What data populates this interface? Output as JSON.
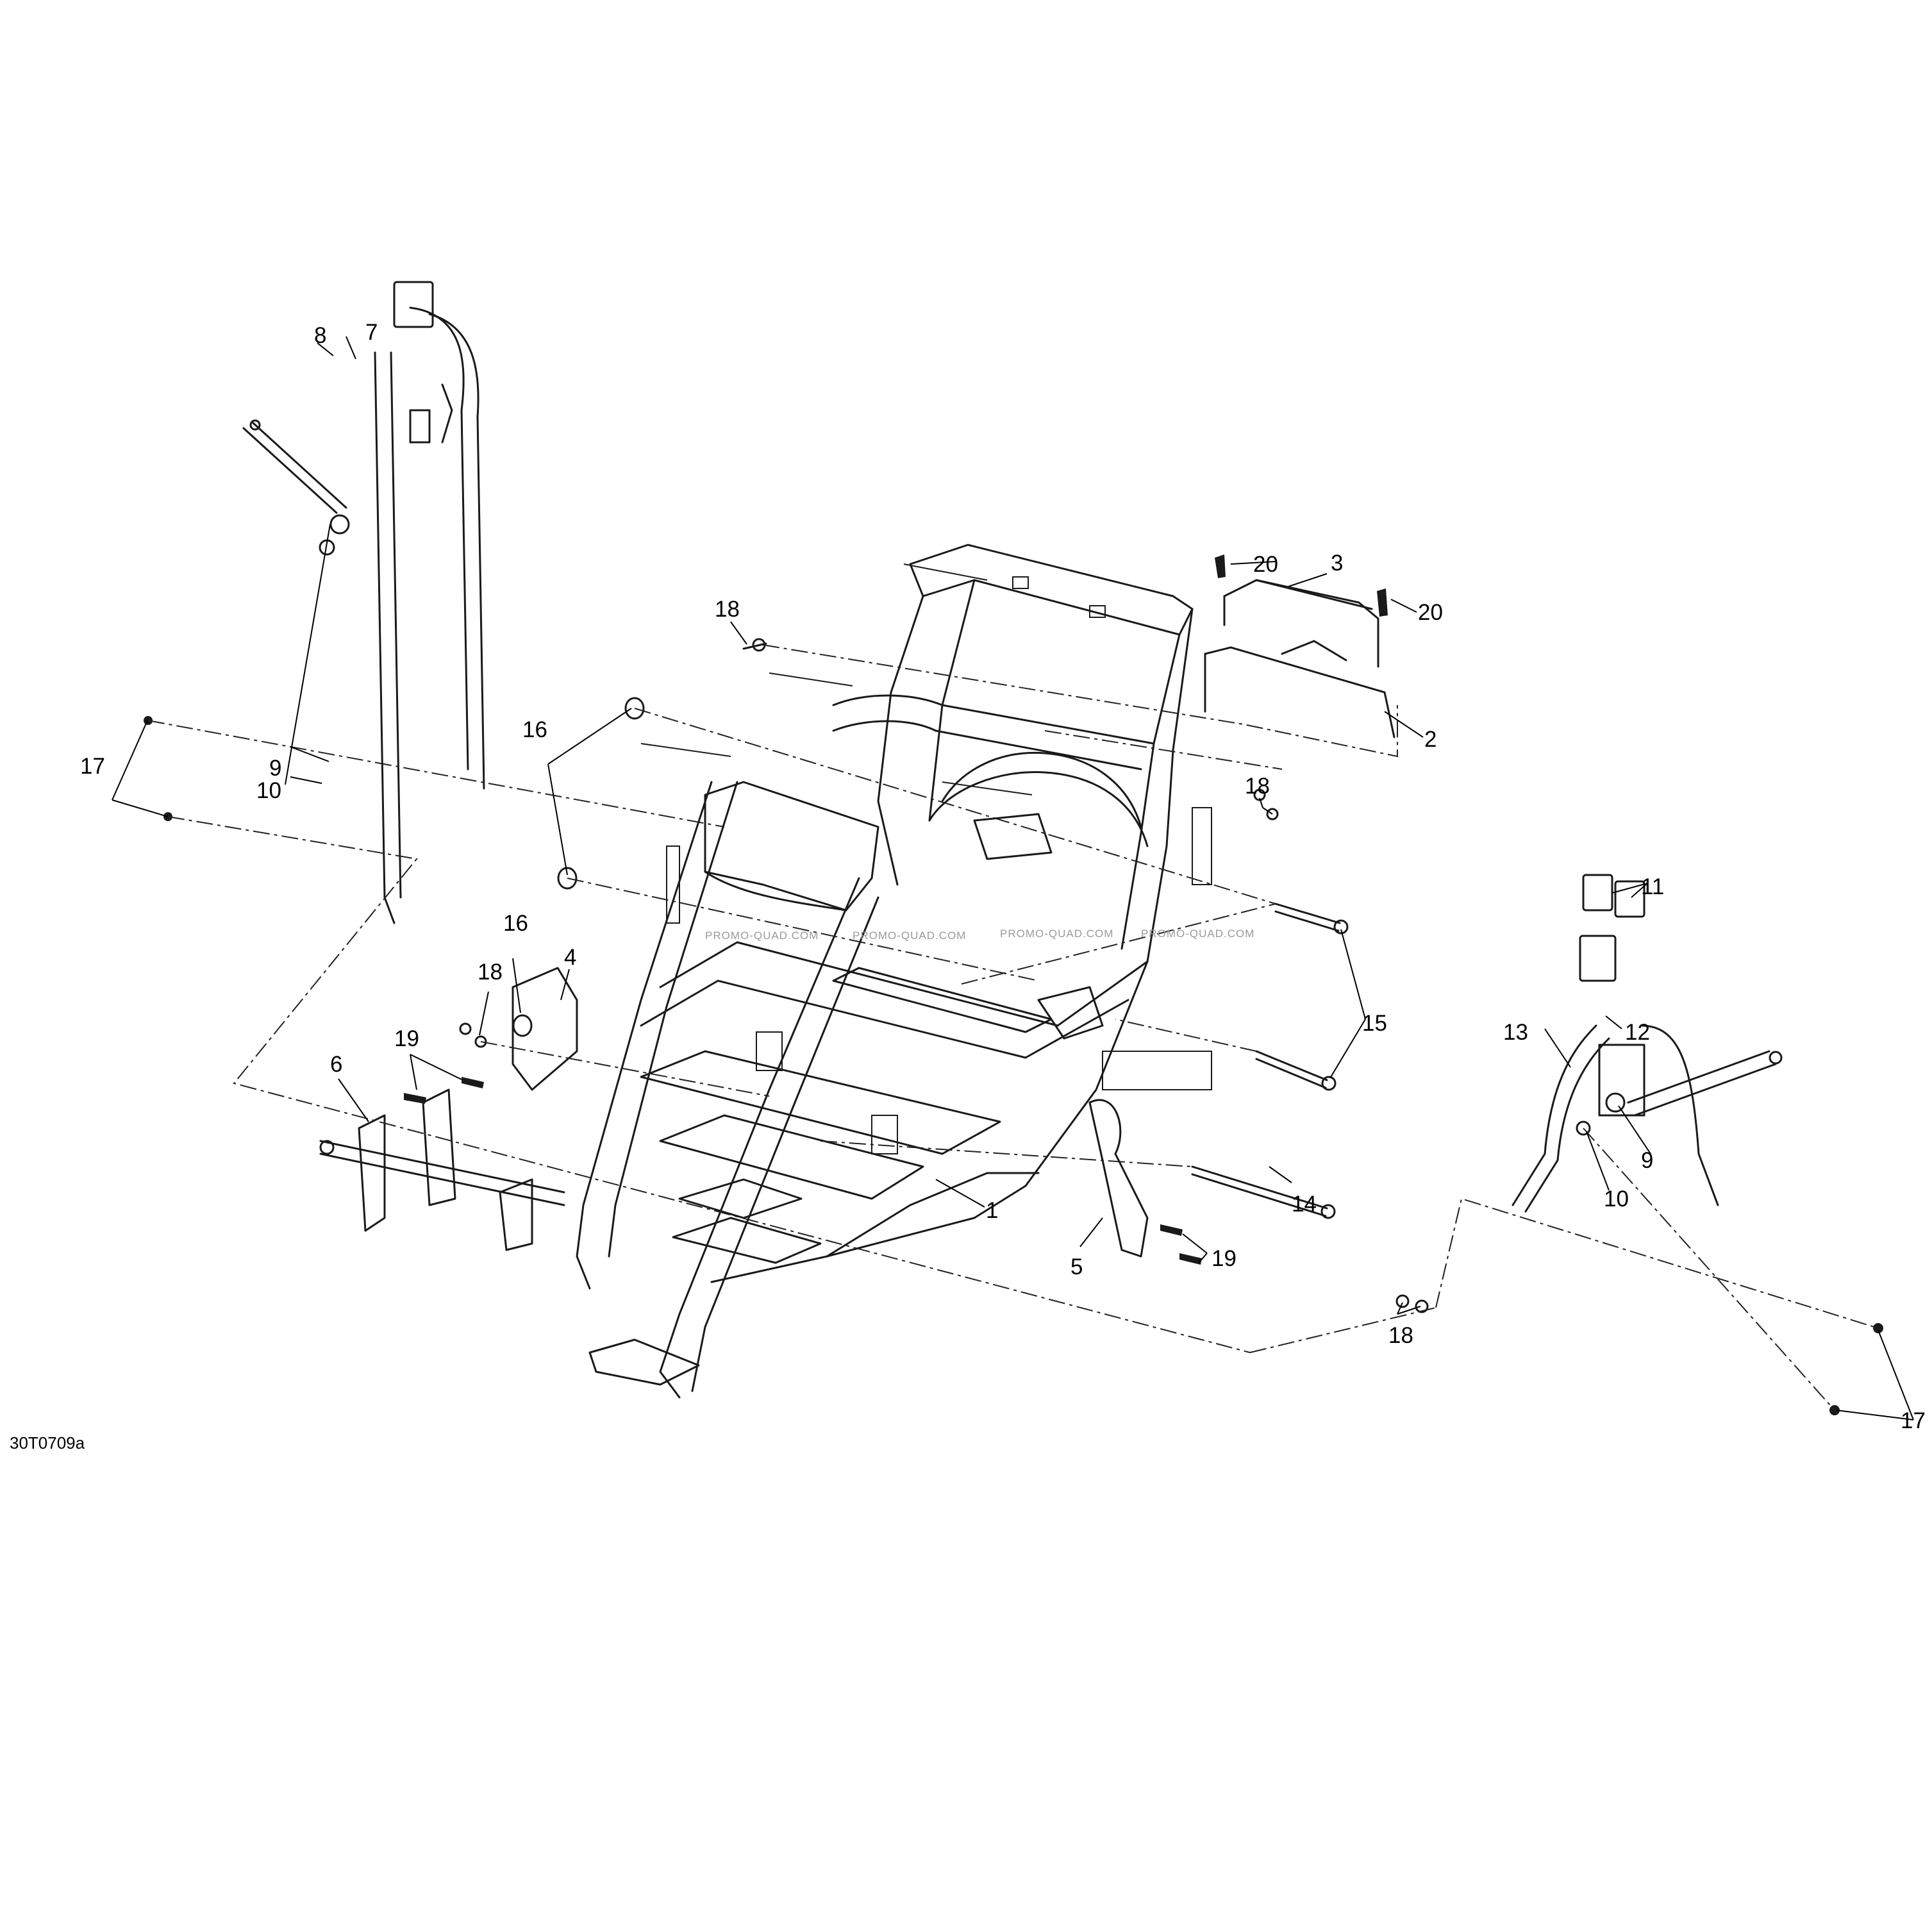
{
  "drawing_code": "30T0709a",
  "watermark": "PROMO-QUAD.COM",
  "callouts": {
    "c1": "1",
    "c2": "2",
    "c3": "3",
    "c4": "4",
    "c5": "5",
    "c6": "6",
    "c7": "7",
    "c8": "8",
    "c9a": "9",
    "c9b": "9",
    "c10a": "10",
    "c10b": "10",
    "c11": "11",
    "c12": "12",
    "c13": "13",
    "c14": "14",
    "c15": "15",
    "c16a": "16",
    "c16b": "16",
    "c17a": "17",
    "c17b": "17",
    "c18a": "18",
    "c18b": "18",
    "c18c": "18",
    "c18d": "18",
    "c19a": "19",
    "c19b": "19",
    "c20a": "20",
    "c20b": "20"
  }
}
